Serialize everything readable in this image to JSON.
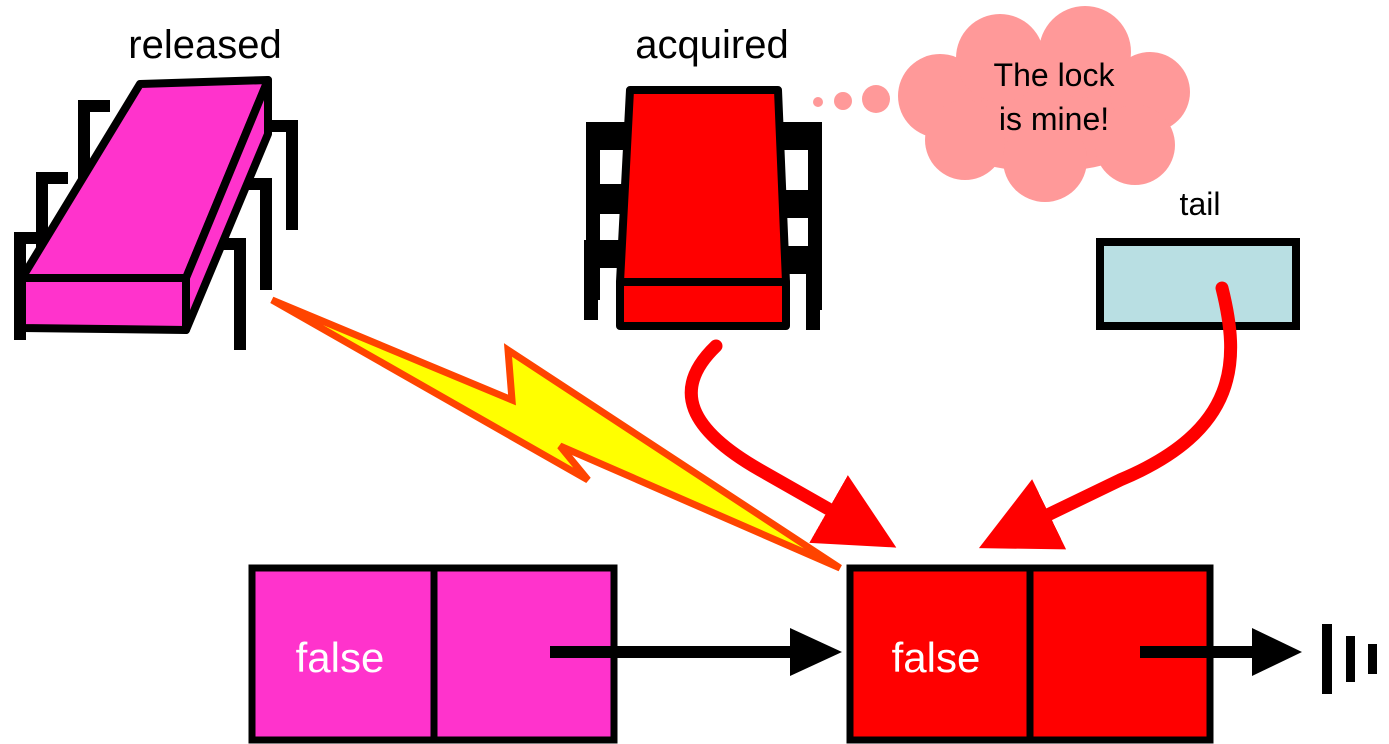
{
  "labels": {
    "released": "released",
    "acquired": "acquired",
    "tail": "tail",
    "bubble_line1": "The lock",
    "bubble_line2": "is mine!"
  },
  "nodes": [
    {
      "field": "false",
      "color": "#ff33cc"
    },
    {
      "field": "false",
      "color": "#ff0000"
    }
  ],
  "colors": {
    "released_chip": "#ff33cc",
    "acquired_chip": "#ff0000",
    "tail_box": "#b9dfe3",
    "bubble": "#ff9999",
    "lightning_fill": "#ffff00",
    "lightning_stroke": "#ff4400",
    "pointer": "#ff0000",
    "outline": "#000000"
  }
}
